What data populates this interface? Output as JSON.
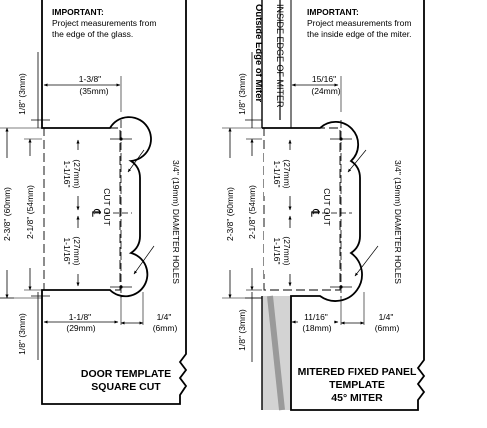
{
  "left_panel": {
    "important_title": "IMPORTANT:",
    "important_line1": "Project measurements from",
    "important_line2": "the edge of the glass.",
    "dim_top_offset": "1/8\" (3mm)",
    "dim_width_in": "1-3/8\"",
    "dim_width_mm": "(35mm)",
    "dim_upper_half_in": "1-1/16\"",
    "dim_upper_half_mm": "(27mm)",
    "dim_lower_half_in": "1-1/16\"",
    "dim_lower_half_mm": "(27mm)",
    "dim_inner_height": "2-1/8\" (54mm)",
    "dim_outer_height": "2-3/8\" (60mm)",
    "dim_bottom_offset": "1/8\" (3mm)",
    "dim_bottom_width_in": "1-1/8\"",
    "dim_bottom_width_mm": "(29mm)",
    "dim_hole_offset_in": "1/4\"",
    "dim_hole_offset_mm": "(6mm)",
    "cutout_label": "CUT OUT",
    "centerline_symbol": "℄",
    "hole_callout": "3/4\" (19mm) DIAMETER HOLES",
    "caption_line1": "DOOR TEMPLATE",
    "caption_line2": "SQUARE CUT"
  },
  "right_panel": {
    "outside_edge_label": "Outside Edge of Miter",
    "inside_edge_label": "INSIDE EDGE OF MITER",
    "important_title": "IMPORTANT:",
    "important_line1": "Project measurements from",
    "important_line2": "the inside edge of the miter.",
    "dim_top_offset": "1/8\" (3mm)",
    "dim_width_in": "15/16\"",
    "dim_width_mm": "(24mm)",
    "dim_upper_half_in": "1-1/16\"",
    "dim_upper_half_mm": "(27mm)",
    "dim_lower_half_in": "1-1/16\"",
    "dim_lower_half_mm": "(27mm)",
    "dim_inner_height": "2-1/8\" (54mm)",
    "dim_outer_height": "2-3/8\" (60mm)",
    "dim_bottom_offset": "1/8\" (3mm)",
    "dim_bottom_width_in": "11/16\"",
    "dim_bottom_width_mm": "(18mm)",
    "dim_hole_offset_in": "1/4\"",
    "dim_hole_offset_mm": "(6mm)",
    "cutout_label": "CUT OUT",
    "centerline_symbol": "℄",
    "hole_callout": "3/4\" (19mm) DIAMETER HOLES",
    "caption_line1": "MITERED FIXED PANEL",
    "caption_line2": "TEMPLATE",
    "caption_line3": "45° MITER"
  }
}
